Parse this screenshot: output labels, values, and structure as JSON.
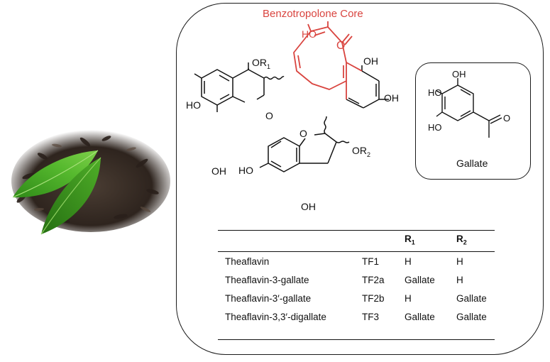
{
  "core_label": "Benzotropolone Core",
  "gallate_label": "Gallate",
  "atoms": {
    "oh": "OH",
    "ho": "HO",
    "o": "O",
    "or": "OR",
    "sub1": "1",
    "sub2": "2"
  },
  "table": {
    "headers": [
      "",
      "",
      "R",
      "R"
    ],
    "header_subs": [
      "",
      "",
      "1",
      "2"
    ],
    "rows": [
      [
        "Theaflavin",
        "TF1",
        "H",
        "H"
      ],
      [
        "Theaflavin-3-gallate",
        "TF2a",
        "Gallate",
        "H"
      ],
      [
        "Theaflavin-3′-gallate",
        "TF2b",
        "H",
        "Gallate"
      ],
      [
        "Theaflavin-3,3′-digallate",
        "TF3",
        "Gallate",
        "Gallate"
      ]
    ]
  },
  "colors": {
    "core": "#d9443f",
    "ink": "#111111",
    "leaf": "#4caf2a",
    "tea": "#3a2e26"
  },
  "icon": "tea-leaves-image"
}
